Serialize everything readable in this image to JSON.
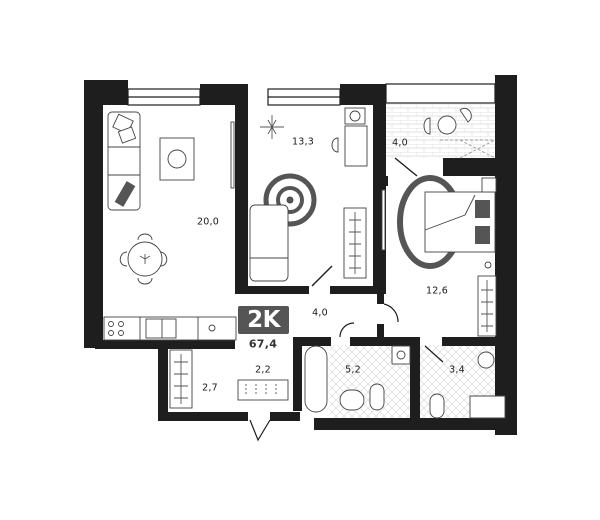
{
  "plan": {
    "type_badge": "2K",
    "total_area": "67,4",
    "colors": {
      "wall": "#1e1e1e",
      "accent_furniture": "#555555",
      "line": "#333333",
      "background": "#ffffff"
    },
    "rooms": [
      {
        "id": "living-kitchen",
        "area": "20,0"
      },
      {
        "id": "bedroom-1",
        "area": "13,3"
      },
      {
        "id": "balcony",
        "area": "4,0"
      },
      {
        "id": "bedroom-2",
        "area": "12,6"
      },
      {
        "id": "hallway",
        "area": "4,0"
      },
      {
        "id": "entrance",
        "area": "2,2"
      },
      {
        "id": "wardrobe",
        "area": "2,7"
      },
      {
        "id": "bathroom",
        "area": "5,2"
      },
      {
        "id": "toilet-shower",
        "area": "3,4"
      }
    ]
  }
}
